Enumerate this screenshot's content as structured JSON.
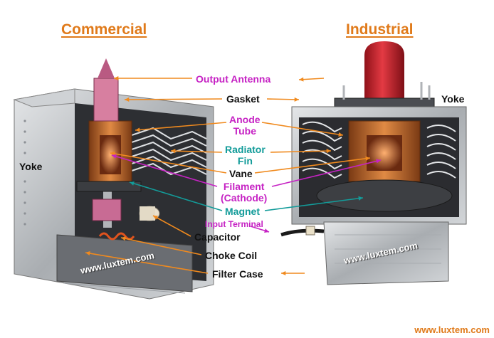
{
  "headings": {
    "left": "Commercial",
    "right": "Industrial"
  },
  "labels": {
    "output_antenna": "Output Antenna",
    "gasket": "Gasket",
    "yoke_right": "Yoke",
    "anode_line1": "Anode",
    "anode_line2": "Tube",
    "radiator_line1": "Radiator",
    "radiator_line2": "Fin",
    "yoke_left": "Yoke",
    "vane": "Vane",
    "filament_line1": "Filament",
    "filament_line2": "(Cathode)",
    "magnet": "Magnet",
    "input_terminal": "Input Terminal",
    "capacitor": "Capacitor",
    "choke_coil": "Choke Coil",
    "filter_case": "Filter Case"
  },
  "watermarks": {
    "left": "www.luxtem.com",
    "right": "www.luxtem.com"
  },
  "footer": "www.luxtem.com",
  "colors": {
    "heading": "#e07a1a",
    "label_magenta": "#c623c4",
    "label_teal": "#139c9a",
    "label_black": "#111111",
    "arrow_orange": "#f08a1e",
    "arrow_magenta": "#c623c4",
    "arrow_teal": "#139c9a",
    "magnetron_red": "#c4202a",
    "metal": "#b9bcbf",
    "copper": "#c8702f"
  }
}
